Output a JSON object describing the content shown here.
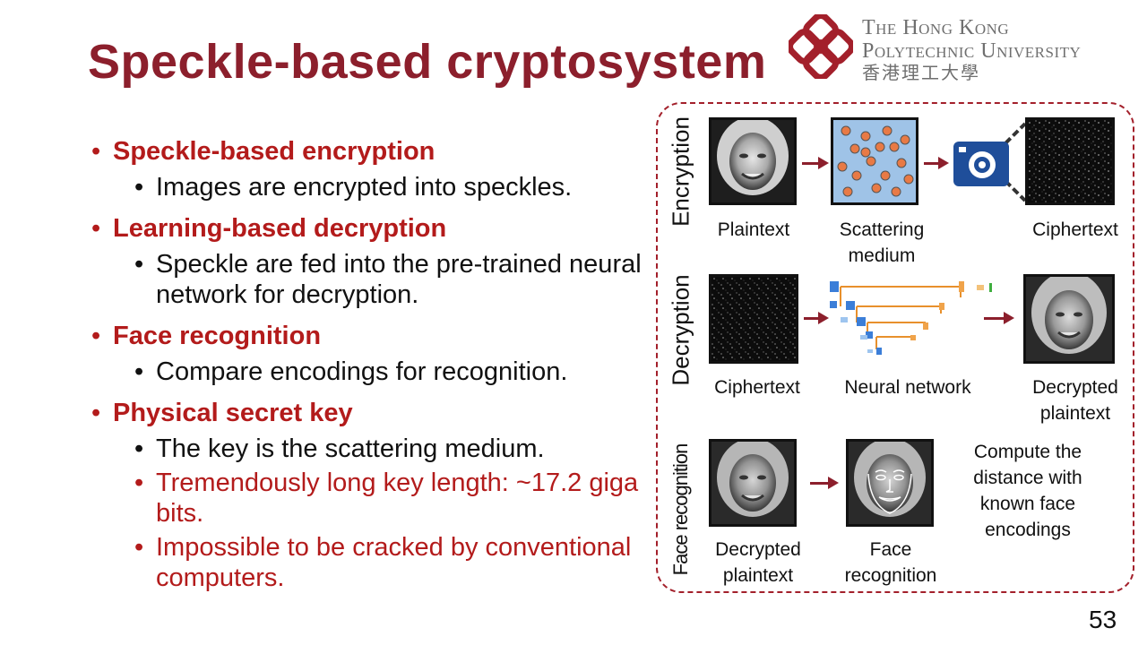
{
  "slide": {
    "title": "Speckle-based cryptosystem",
    "page_number": "53"
  },
  "logo": {
    "line1": "The Hong Kong",
    "line2": "Polytechnic University",
    "chinese": "香港理工大學"
  },
  "bullets": [
    {
      "heading": "Speckle-based encryption",
      "subs": [
        {
          "text": "Images are encrypted into speckles.",
          "color": "black"
        }
      ]
    },
    {
      "heading": "Learning-based decryption",
      "subs": [
        {
          "text": "Speckle are fed into the pre-trained neural network for decryption.",
          "color": "black"
        }
      ]
    },
    {
      "heading": "Face recognition",
      "subs": [
        {
          "text": "Compare encodings for recognition.",
          "color": "black"
        }
      ]
    },
    {
      "heading": "Physical secret key",
      "subs": [
        {
          "text": "The key is the scattering medium.",
          "color": "black"
        },
        {
          "text": "Tremendously long key length: ~17.2 giga bits.",
          "color": "red"
        },
        {
          "text": "Impossible to be cracked by conventional computers.",
          "color": "red"
        }
      ]
    }
  ],
  "diagram": {
    "rows": {
      "encryption": "Encryption",
      "decryption": "Decryption",
      "recognition": "Face recognition"
    },
    "captions": {
      "plaintext": "Plaintext",
      "scattering_1": "Scattering",
      "scattering_2": "medium",
      "ciphertext_enc": "Ciphertext",
      "ciphertext_dec": "Ciphertext",
      "neural_network": "Neural network",
      "decrypted_1": "Decrypted",
      "decrypted_2": "plaintext",
      "rec_decrypted_1": "Decrypted",
      "rec_decrypted_2": "plaintext",
      "face_rec_1": "Face",
      "face_rec_2": "recognition",
      "compute_1": "Compute the",
      "compute_2": "distance with",
      "compute_3": "known face",
      "compute_4": "encodings"
    }
  },
  "colors": {
    "title": "#8c1f2c",
    "heading": "#b31b1b",
    "frame": "#a3202b",
    "medium_bg": "#9fc3e7",
    "particle": "#e87a45",
    "camera": "#1f4e9a"
  }
}
